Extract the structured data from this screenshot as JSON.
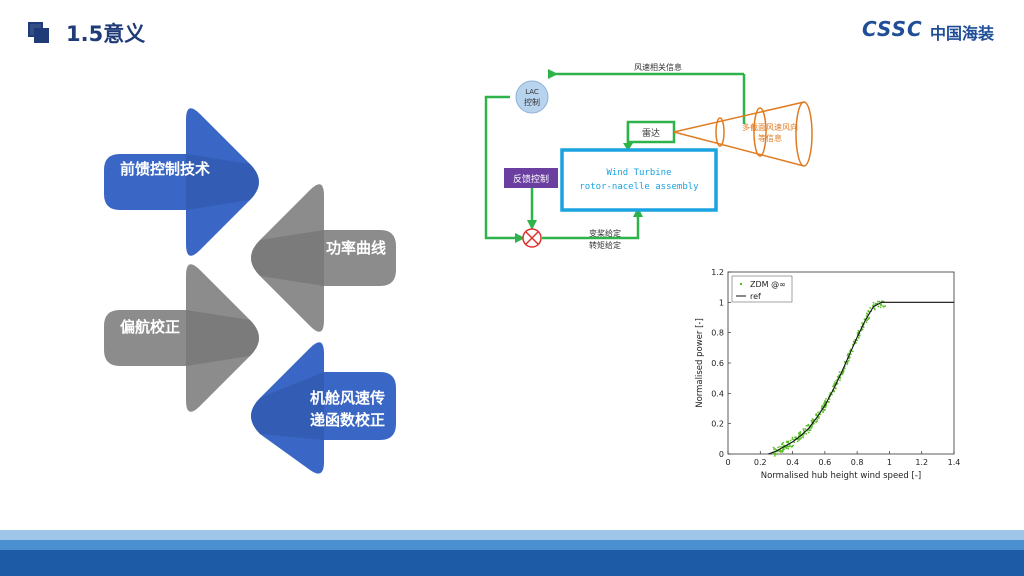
{
  "header": {
    "title": "1.5意义",
    "logo_en": "CSSC",
    "logo_cn": "中国海装"
  },
  "arrows": [
    {
      "label": "前馈控制技术",
      "color": "#3a67c5"
    },
    {
      "label": "功率曲线",
      "color": "#8c8c8c"
    },
    {
      "label": "偏航校正",
      "color": "#8c8c8c"
    },
    {
      "label": "机舱风速传递函数校正",
      "line1": "机舱风速传",
      "line2": "递函数校正",
      "color": "#3a67c5"
    }
  ],
  "diagram": {
    "lac": "LAC",
    "lac2": "控制",
    "wind_info": "风速相关信息",
    "lidar": "雷达",
    "cone_line1": "多截面风速风向",
    "cone_line2": "等信息",
    "turbine_line1": "Wind Turbine",
    "turbine_line2": "rotor-nacelle assembly",
    "feedback": "反馈控制",
    "pitch": "变桨给定",
    "torque": "转矩给定",
    "green": "#2db34a",
    "blue": "#1aa3e0",
    "orange": "#e07b21",
    "purple": "#6b3fa0"
  },
  "chart_data": {
    "type": "scatter",
    "xlabel": "Normalised hub height wind speed [-]",
    "ylabel": "Normalised power [-]",
    "xlim": [
      0,
      1.4
    ],
    "ylim": [
      0,
      1.2
    ],
    "xticks": [
      "0",
      "0.2",
      "0.4",
      "0.6",
      "0.8",
      "1",
      "1.2",
      "1.4"
    ],
    "yticks": [
      "0",
      "0.2",
      "0.4",
      "0.6",
      "0.8",
      "1",
      "1.2"
    ],
    "legend": [
      "ZDM @∞",
      "ref"
    ],
    "series": [
      {
        "name": "ref",
        "x": [
          0.25,
          0.3,
          0.35,
          0.4,
          0.45,
          0.5,
          0.55,
          0.6,
          0.65,
          0.7,
          0.75,
          0.8,
          0.85,
          0.9,
          0.95,
          1.0,
          1.4
        ],
        "y": [
          0.0,
          0.02,
          0.05,
          0.08,
          0.12,
          0.17,
          0.24,
          0.32,
          0.42,
          0.53,
          0.65,
          0.77,
          0.88,
          0.97,
          1.0,
          1.0,
          1.0
        ]
      }
    ]
  }
}
